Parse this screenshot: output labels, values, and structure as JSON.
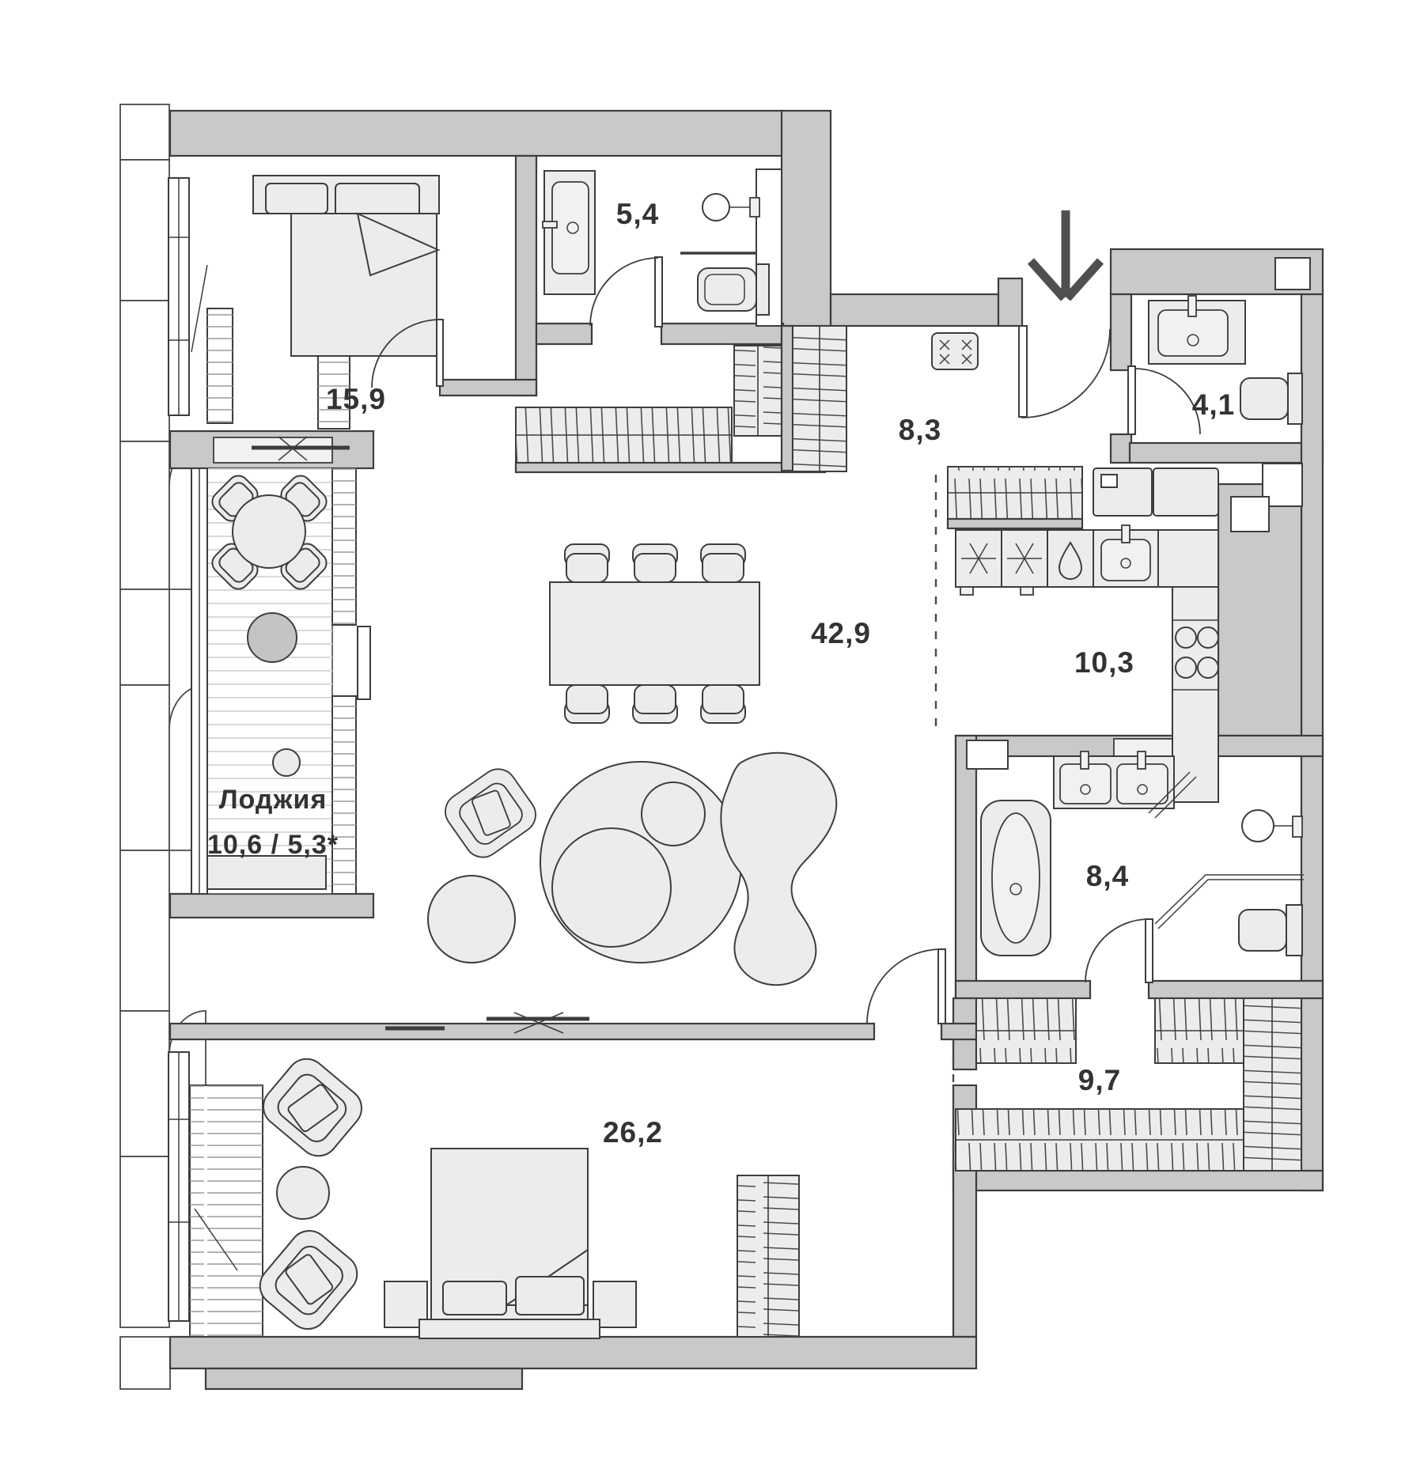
{
  "plan": {
    "type": "apartment-floor-plan",
    "language": "ru",
    "colors": {
      "wall": "#c9c9c9",
      "outline": "#3d3d3d",
      "furniture": "#ececec",
      "accent_circle": "#c4c4c4",
      "deck_line": "#d9d9d9",
      "label_text": "#333333",
      "entry_arrow": "#4f4f4f",
      "background": "#ffffff"
    },
    "rooms": [
      {
        "key": "bedroom-primary",
        "area_label": "15,9"
      },
      {
        "key": "bathroom-ensuite",
        "area_label": "5,4"
      },
      {
        "key": "hallway",
        "area_label": "8,3"
      },
      {
        "key": "bathroom-guest",
        "area_label": "4,1"
      },
      {
        "key": "living-dining",
        "area_label": "42,9"
      },
      {
        "key": "kitchen",
        "area_label": "10,3"
      },
      {
        "key": "bathroom-master",
        "area_label": "8,4"
      },
      {
        "key": "wardrobe-hall",
        "area_label": "9,7"
      },
      {
        "key": "bedroom-second",
        "area_label": "26,2"
      }
    ],
    "loggia": {
      "name_label": "Лоджия",
      "area_label": "10,6 / 5,3*"
    },
    "icons": {
      "entry_arrow": "entry-direction-arrow",
      "electrical_panel": "box-with-four-x",
      "fridge": "snowflake-asterisk",
      "dishwasher": "water-droplet",
      "cooktop": "four-burner-circles"
    }
  }
}
